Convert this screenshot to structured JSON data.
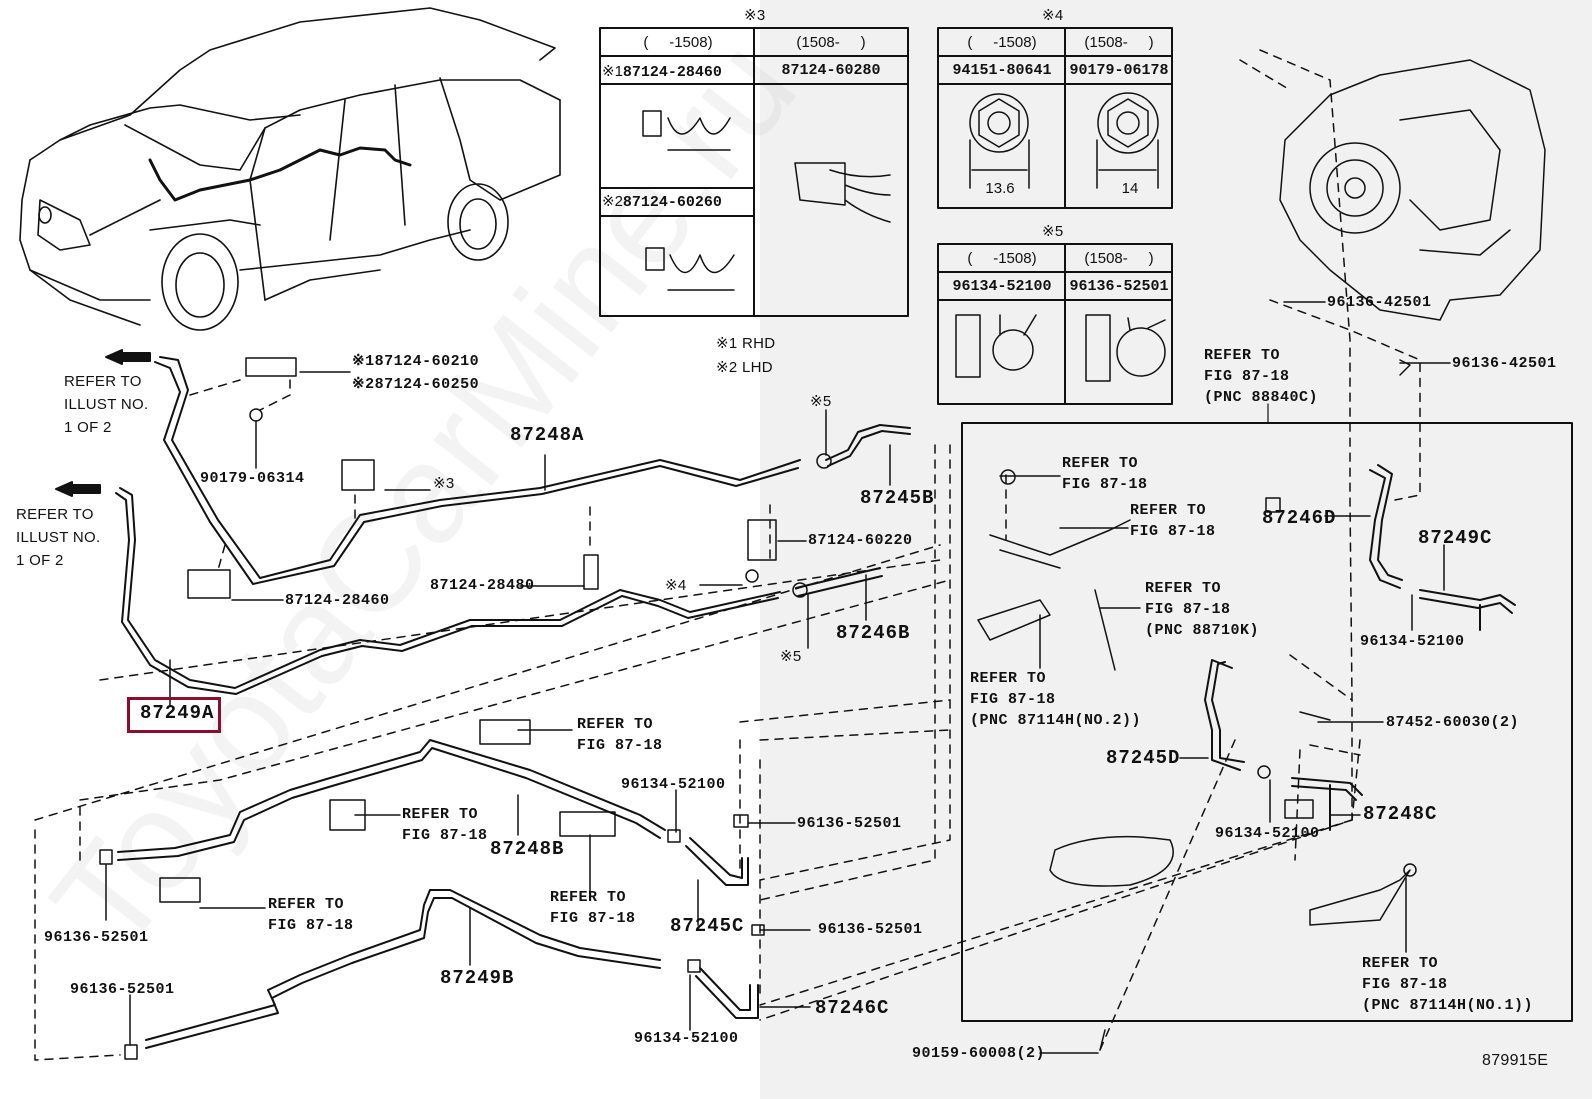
{
  "diagram": {
    "id": "879915E",
    "watermark": "ToyotaCarMine.ru",
    "highlighted_part": "87249A",
    "accent_color": "#8a0e2e"
  },
  "tables": {
    "t3": {
      "marker": "※3",
      "header_left": "(     -1508)",
      "header_right": "(1508-     )",
      "left_rows": [
        {
          "marker": "※1",
          "part": "87124-28460"
        },
        {
          "marker": "※2",
          "part": "87124-60260"
        }
      ],
      "right_part": "87124-60280"
    },
    "t4": {
      "marker": "※4",
      "header_left": "(     -1508)",
      "header_right": "(1508-     )",
      "left_part": "94151-80641",
      "right_part": "90179-06178",
      "left_dim": "13.6",
      "right_dim": "14"
    },
    "t5": {
      "marker": "※5",
      "header_left": "(     -1508)",
      "header_right": "(1508-     )",
      "left_part": "96134-52100",
      "right_part": "96136-52501"
    }
  },
  "legend": {
    "rhd": "※1 RHD",
    "lhd": "※2 LHD"
  },
  "labels": {
    "refer_illust_1": "REFER TO\nILLUST NO.\n1 OF 2",
    "refer_illust_2": "REFER TO\nILLUST NO.\n1 OF 2",
    "p_87124_60210": "※187124-60210",
    "p_87124_60250": "※287124-60250",
    "p_90179_06314": "90179-06314",
    "p_x3": "※3",
    "p_87248A": "87248A",
    "p_87124_28480": "87124-28480",
    "p_87124_28460": "87124-28460",
    "p_x4": "※4",
    "p_x5_top": "※5",
    "p_x5_bottom": "※5",
    "p_87245B": "87245B",
    "p_87124_60220": "87124-60220",
    "p_87246B": "87246B",
    "p_87249A": "87249A",
    "p_refer_88840C": "REFER TO\nFIG 87-18\n(PNC 88840C)",
    "p_96136_42501_a": "96136-42501",
    "p_96136_42501_b": "96136-42501",
    "p_refer_bolt": "REFER TO\nFIG 87-18",
    "p_refer_bracket": "REFER TO\nFIG 87-18",
    "p_refer_88710K": "REFER TO\nFIG 87-18\n(PNC 88710K)",
    "p_refer_87114H_2": "REFER TO\nFIG 87-18\n(PNC 87114H(NO.2))",
    "p_87246D": "87246D",
    "p_87249C": "87249C",
    "p_96134_52100_r1": "96134-52100",
    "p_87452_60030": "87452-60030(2)",
    "p_87245D": "87245D",
    "p_87248C": "87248C",
    "p_96134_52100_r2": "96134-52100",
    "p_refer_87114H_1": "REFER TO\nFIG 87-18\n(PNC 87114H(NO.1))",
    "p_90159_60008": "90159-60008(2)",
    "p_refer_clip_top": "REFER TO\nFIG 87-18",
    "p_refer_clip_mid": "REFER TO\nFIG 87-18",
    "p_refer_clip_mid2": "REFER TO\nFIG 87-18",
    "p_refer_clip_low": "REFER TO\nFIG 87-18",
    "p_87248B": "87248B",
    "p_96134_52100_m1": "96134-52100",
    "p_96136_52501_m1": "96136-52501",
    "p_87245C": "87245C",
    "p_96136_52501_m2": "96136-52501",
    "p_87249B": "87249B",
    "p_87246C": "87246C",
    "p_96134_52100_m2": "96134-52100",
    "p_96136_52501_l1": "96136-52501",
    "p_96136_52501_l2": "96136-52501"
  }
}
